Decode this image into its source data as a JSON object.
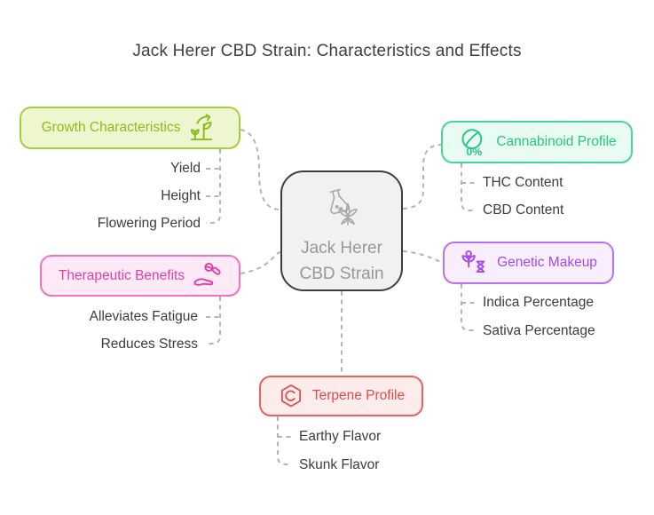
{
  "title": "Jack Herer CBD Strain: Characteristics and Effects",
  "central": {
    "line1": "Jack Herer",
    "line2": "CBD Strain",
    "icon": "flask-with-cannabis-leaf"
  },
  "branches": [
    {
      "label": "Growth Characteristics",
      "icon": "sprouting-plant",
      "children": [
        "Yield",
        "Height",
        "Flowering Period"
      ],
      "colors": {
        "text": "#8fbb1c",
        "border": "#a6cc43",
        "bg": "#edf6cf"
      }
    },
    {
      "label": "Cannabinoid Profile",
      "icon": "leaf-zero-percent",
      "icon_badge": "0%",
      "children": [
        "THC Content",
        "CBD Content"
      ],
      "colors": {
        "text": "#27c783",
        "border": "#48d69a",
        "bg": "#e9fcf3"
      }
    },
    {
      "label": "Therapeutic Benefits",
      "icon": "hand-with-pills",
      "children": [
        "Alleviates Fatigue",
        "Reduces Stress"
      ],
      "colors": {
        "text": "#e33ea5",
        "border": "#f172bf",
        "bg": "#fdeaf6"
      }
    },
    {
      "label": "Genetic Makeup",
      "icon": "plant-with-dna",
      "children": [
        "Indica Percentage",
        "Sativa Percentage"
      ],
      "colors": {
        "text": "#a44bf0",
        "border": "#bb71f5",
        "bg": "#f7eefe"
      }
    },
    {
      "label": "Terpene Profile",
      "icon": "hexagon-c",
      "children": [
        "Earthy Flavor",
        "Skunk Flavor"
      ],
      "colors": {
        "text": "#e34a4a",
        "border": "#ec6060",
        "bg": "#fdecec"
      }
    }
  ],
  "theme": {
    "background": "#ffffff",
    "connector": "#b4b4b4",
    "item_text": "#3b3c40",
    "title_text": "#3f4045",
    "central_bg": "#f1f1f2",
    "central_border": "#3d3d43",
    "central_text": "#97979c",
    "central_icon": "#a8a8ad"
  }
}
